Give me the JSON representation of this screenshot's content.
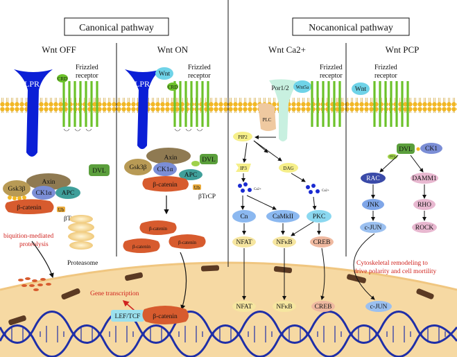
{
  "headers": {
    "canonical": "Canonical pathway",
    "noncanonical": "Nocanonical pathway"
  },
  "columns": {
    "wnt_off": "Wnt OFF",
    "wnt_on": "Wnt ON",
    "wnt_ca": "Wnt Ca2+",
    "wnt_pcp": "Wnt PCP"
  },
  "labels": {
    "lpr": "LPR",
    "crd": "CRD",
    "frizzled_1": "Frizzled",
    "receptor_1": "receptor",
    "wnt": "Wnt",
    "por": "Por1/2",
    "wnt5a": "Wnt5a",
    "plc": "PLC",
    "pip2": "PIP2",
    "ip3": "IP3",
    "dag": "DAG",
    "ca": "Ca2+",
    "cn": "Cn",
    "camkii": "CaMkII",
    "pkc": "PKC",
    "nfat": "NFAT",
    "nfkb": "NFκB",
    "creb": "CREB",
    "dvl": "DVL",
    "ck1": "CK1",
    "rac": "RAC",
    "damm1": "DAMM1",
    "jnk": "JNK",
    "rho": "RHO",
    "cjun": "c-JUN",
    "rock": "ROCK",
    "axin": "Axin",
    "gsk": "Gsk3β",
    "ck1a": "CK1α",
    "apc": "APC",
    "bcat": "β-catenin",
    "btrcp": "βTrCP",
    "ub": "Ub",
    "p": "P",
    "ubiq_1": "biquition-mediated",
    "ubiq_2": "proteolysis",
    "proteasome": "Proteasome",
    "gene_tx": "Gene transcription",
    "leftcf": "LEF/TCF",
    "cyto_1": "Cytoskeletal remodeling to",
    "cyto_2": "drive polarity and cell mortility",
    "dvl_abbr": "DVL"
  }
}
